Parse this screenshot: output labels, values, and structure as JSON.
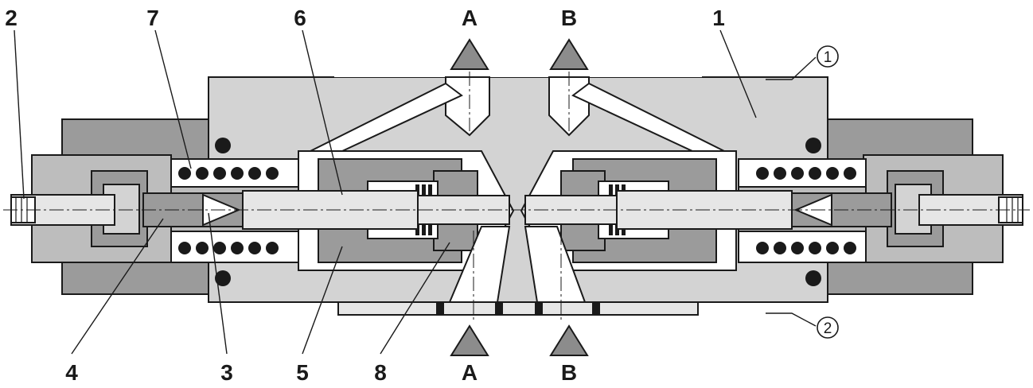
{
  "callouts": {
    "c1": "1",
    "c2": "2",
    "c3": "3",
    "c4": "4",
    "c5": "5",
    "c6": "6",
    "c7": "7",
    "c8": "8"
  },
  "ports": {
    "top_a": "A",
    "top_b": "B",
    "bottom_a": "A",
    "bottom_b": "B"
  },
  "circled": {
    "one": "1",
    "two": "2"
  },
  "colors": {
    "body_fill": "#d3d3d3",
    "dark_fill": "#9b9b9b",
    "mid_fill": "#bdbdbd",
    "light_fill": "#e6e6e6",
    "line": "#1a1a1a",
    "triangle": "#8c8c8c"
  }
}
